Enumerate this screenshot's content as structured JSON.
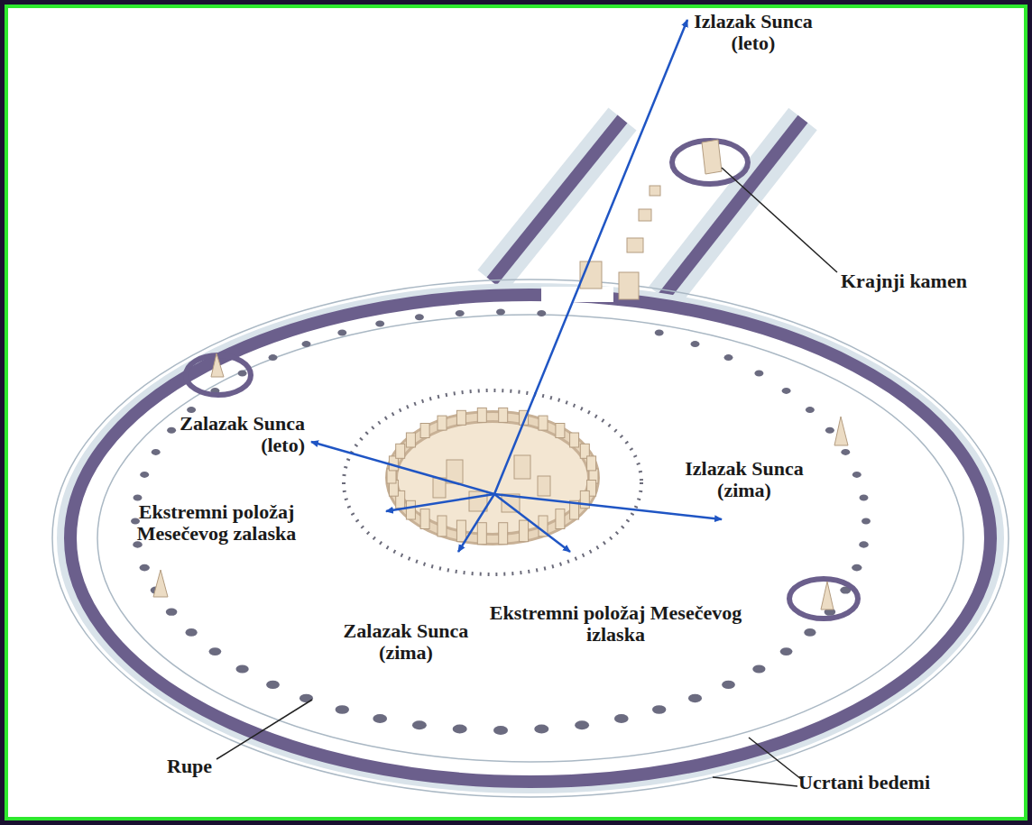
{
  "diagram": {
    "labels": [
      "Izlazak Sunca (leto)",
      "Krajnji kamen",
      "Zalazak Sunca (leto)",
      "Izlazak Sunca (zima)",
      "Ekstremni položaj Mesečevog zalaska",
      "Zalazak Sunca (zima)",
      "Ekstremni položaj Mesečevog izlaska",
      "Rupe",
      "Ucrtani bedemi"
    ]
  }
}
